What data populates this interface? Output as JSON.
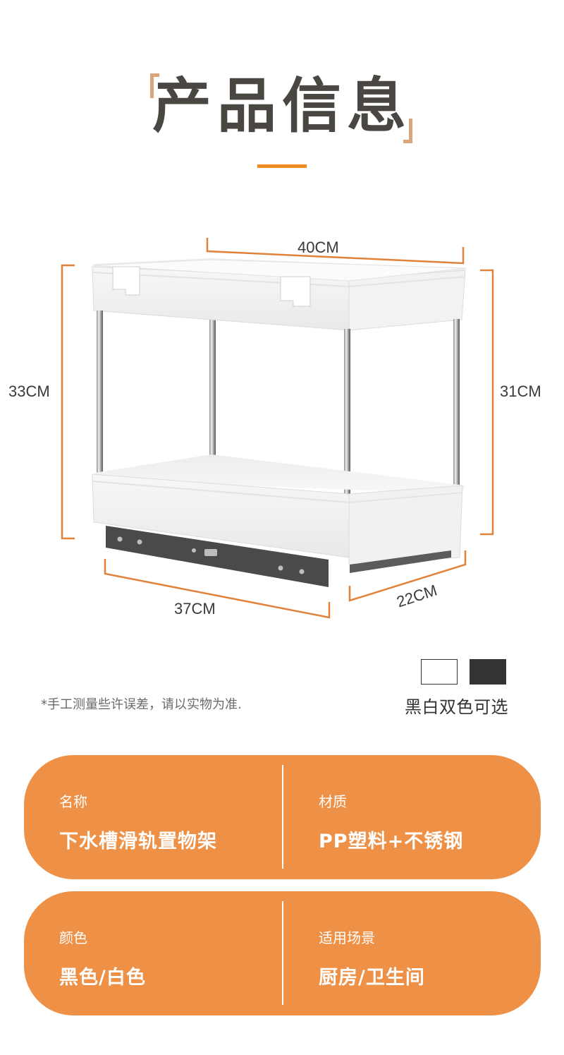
{
  "header": {
    "title": "产品信息",
    "accent_color": "#f08a24",
    "bracket_color": "#d9a57a"
  },
  "product": {
    "image_alt": "White two-tier under-sink pull-out organizer with stainless steel poles and sliding rail",
    "dimensions": {
      "width_top": "40CM",
      "height_left": "33CM",
      "height_right": "31CM",
      "length_bottom": "37CM",
      "depth_bottom": "22CM"
    },
    "dimension_line_color": "#e0823a"
  },
  "note": {
    "text": "*手工测量些许误差，请以实物为准."
  },
  "colors": {
    "swatches": [
      {
        "name": "white",
        "hex": "#ffffff"
      },
      {
        "name": "black",
        "hex": "#333333"
      }
    ],
    "caption": "黑白双色可选"
  },
  "specs": {
    "card_color": "#ee9046",
    "cards": [
      {
        "left": {
          "label": "名称",
          "value": "下水槽滑轨置物架"
        },
        "right": {
          "label": "材质",
          "value": "PP塑料+不锈钢"
        }
      },
      {
        "left": {
          "label": "颜色",
          "value": "黑色/白色"
        },
        "right": {
          "label": "适用场景",
          "value": "厨房/卫生间"
        }
      }
    ]
  }
}
